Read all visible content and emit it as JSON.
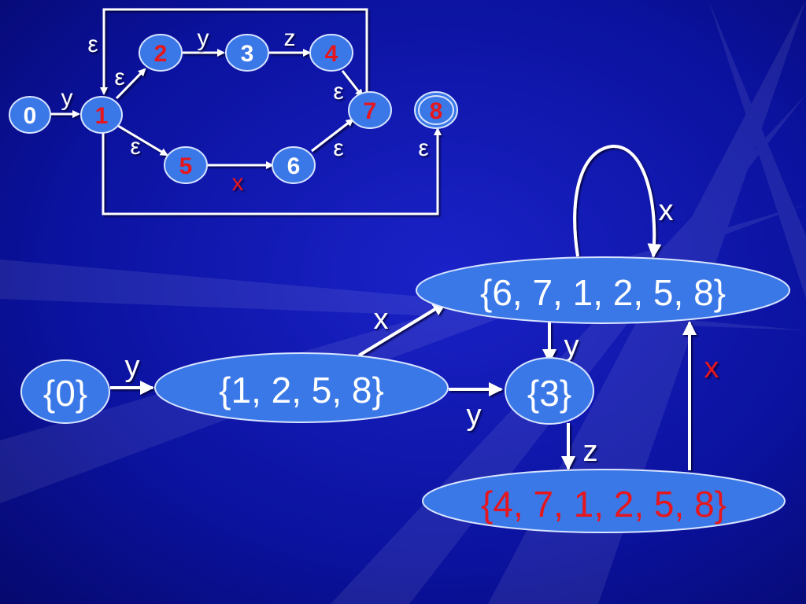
{
  "theme": {
    "background": "#0a0f9a",
    "background_dark": "#04065a",
    "node_fill": "#3a78e8",
    "node_stroke": "#d8e4ff",
    "white_text": "#ffffff",
    "red_text": "#e6161c",
    "edge_color": "#ffffff"
  },
  "nfa": {
    "nodes": [
      {
        "id": "0",
        "label": "0",
        "color": "white"
      },
      {
        "id": "1",
        "label": "1",
        "color": "red"
      },
      {
        "id": "2",
        "label": "2",
        "color": "red"
      },
      {
        "id": "3",
        "label": "3",
        "color": "white"
      },
      {
        "id": "4",
        "label": "4",
        "color": "red"
      },
      {
        "id": "5",
        "label": "5",
        "color": "red"
      },
      {
        "id": "6",
        "label": "6",
        "color": "white"
      },
      {
        "id": "7",
        "label": "7",
        "color": "red"
      },
      {
        "id": "8",
        "label": "8",
        "color": "red",
        "accepting": true
      }
    ],
    "edges": [
      {
        "from": "0",
        "to": "1",
        "label": "y"
      },
      {
        "from": "1",
        "to": "2",
        "label": "ε"
      },
      {
        "from": "2",
        "to": "3",
        "label": "y"
      },
      {
        "from": "3",
        "to": "4",
        "label": "z"
      },
      {
        "from": "4",
        "to": "7",
        "label": "ε"
      },
      {
        "from": "1",
        "to": "5",
        "label": "ε"
      },
      {
        "from": "5",
        "to": "6",
        "label": "x",
        "label_color": "red"
      },
      {
        "from": "6",
        "to": "7",
        "label": "ε"
      },
      {
        "from": "7",
        "to": "1",
        "label": "ε"
      },
      {
        "from": "1",
        "to": "8",
        "label": "ε"
      }
    ]
  },
  "dfa": {
    "states": [
      {
        "id": "A",
        "label": "{0}",
        "color": "white"
      },
      {
        "id": "B",
        "label": "{1, 2, 5, 8}",
        "color": "white"
      },
      {
        "id": "C",
        "label": "{6, 7, 1, 2, 5, 8}",
        "color": "white"
      },
      {
        "id": "D",
        "label": "{3}",
        "color": "white"
      },
      {
        "id": "E",
        "label": "{4, 7, 1, 2, 5, 8}",
        "color": "red"
      }
    ],
    "transitions": [
      {
        "from": "A",
        "to": "B",
        "label": "y"
      },
      {
        "from": "B",
        "to": "C",
        "label": "x"
      },
      {
        "from": "B",
        "to": "D",
        "label": "y"
      },
      {
        "from": "C",
        "to": "C",
        "label": "x"
      },
      {
        "from": "C",
        "to": "D",
        "label": "y"
      },
      {
        "from": "D",
        "to": "E",
        "label": "z"
      },
      {
        "from": "E",
        "to": "C",
        "label": "x",
        "label_color": "red"
      }
    ]
  }
}
